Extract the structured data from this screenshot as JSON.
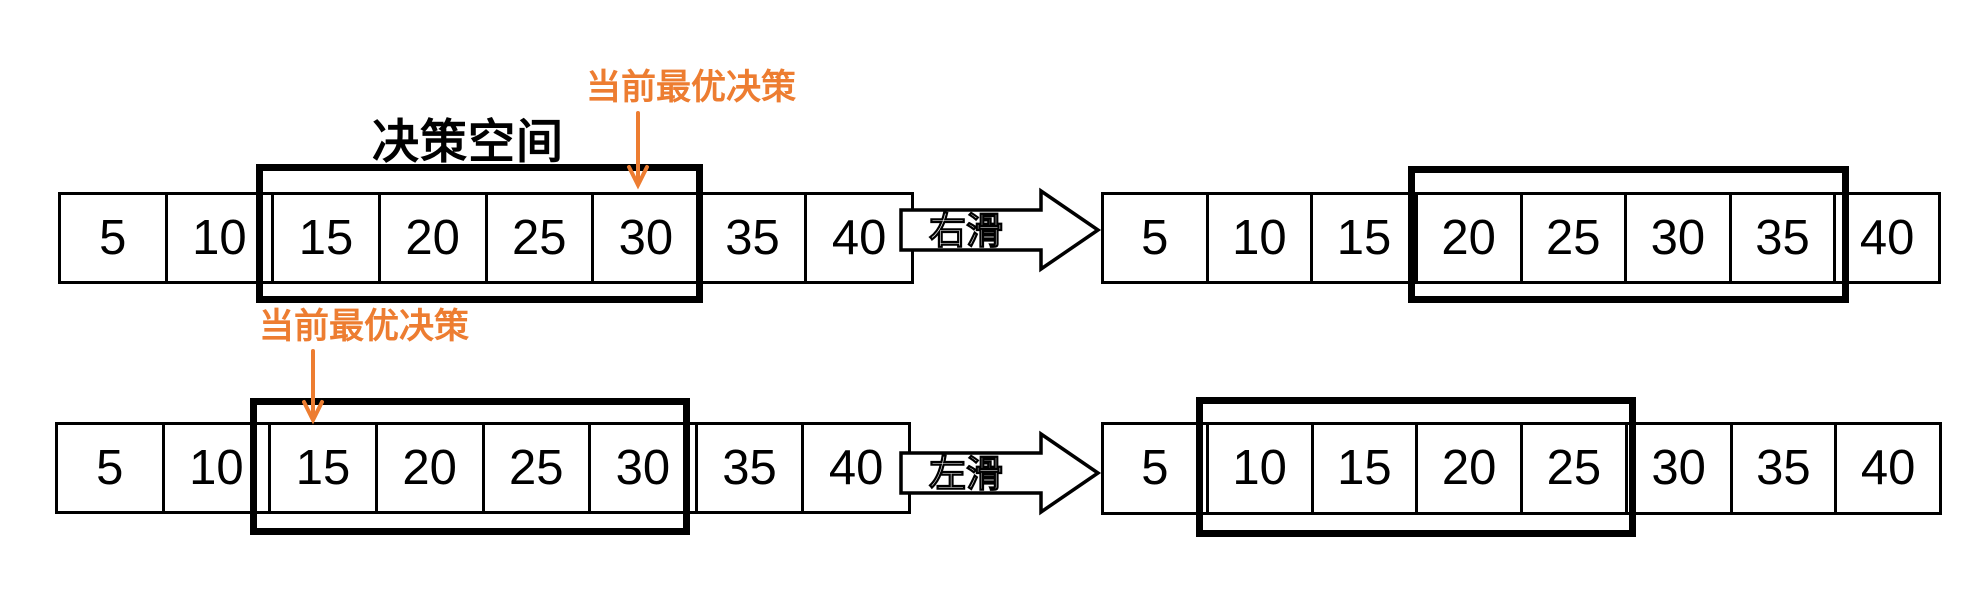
{
  "colors": {
    "accent_orange": "#ED7D31",
    "line_black": "#000000",
    "background": "#FFFFFF",
    "block_arrow_fill": "#FFFFFF"
  },
  "diagram": {
    "row1": {
      "decision_space_label": "决策空间",
      "annotation": {
        "label": "当前最优决策",
        "points_to_value": "30"
      },
      "arrow_label": "右滑",
      "before": {
        "values": [
          "5",
          "10",
          "15",
          "20",
          "25",
          "30",
          "35",
          "40"
        ],
        "window_values": [
          "15",
          "20",
          "25",
          "30"
        ],
        "window_start_index": 2,
        "window_end_index": 5
      },
      "after": {
        "values": [
          "5",
          "10",
          "15",
          "20",
          "25",
          "30",
          "35",
          "40"
        ],
        "window_values": [
          "20",
          "25",
          "30",
          "35"
        ],
        "window_start_index": 3,
        "window_end_index": 6
      }
    },
    "row2": {
      "annotation": {
        "label": "当前最优决策",
        "points_to_value": "15"
      },
      "arrow_label": "左滑",
      "before": {
        "values": [
          "5",
          "10",
          "15",
          "20",
          "25",
          "30",
          "35",
          "40"
        ],
        "window_values": [
          "15",
          "20",
          "25",
          "30"
        ],
        "window_start_index": 2,
        "window_end_index": 5
      },
      "after": {
        "values": [
          "5",
          "10",
          "15",
          "20",
          "25",
          "30",
          "35",
          "40"
        ],
        "window_values": [
          "10",
          "15",
          "20",
          "25"
        ],
        "window_start_index": 1,
        "window_end_index": 4
      }
    }
  }
}
